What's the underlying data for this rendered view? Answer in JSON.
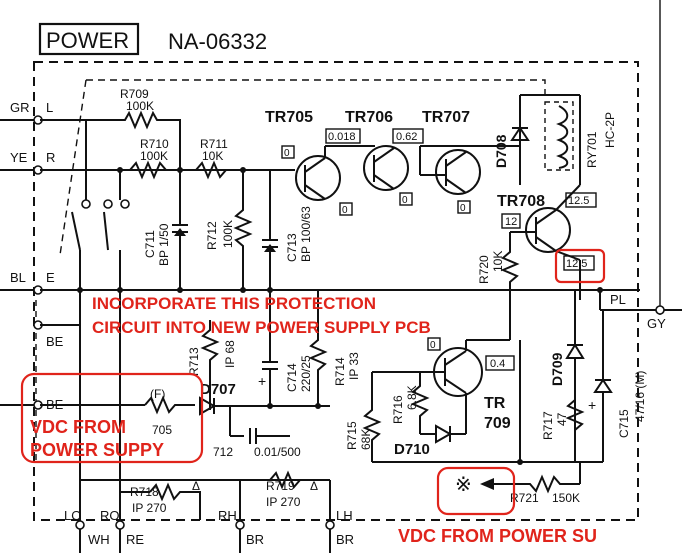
{
  "title": {
    "power_label": "POWER",
    "board_id": "NA-06332"
  },
  "transistors": [
    {
      "ref": "TR705",
      "base_v": "0",
      "collector_v": "0.018",
      "emitter_v": "0"
    },
    {
      "ref": "TR706",
      "collector_v": "0.62",
      "emitter_v": "0"
    },
    {
      "ref": "TR707",
      "emitter_v": "0"
    },
    {
      "ref": "TR708",
      "base_v": "12",
      "collector_v": "12.5",
      "emitter_v": "12.5"
    },
    {
      "ref": "TR709",
      "ref_line1": "TR",
      "ref_line2": "709",
      "base_v": "0",
      "collector_v": "0.4"
    }
  ],
  "resistors": {
    "r709": {
      "ref": "R709",
      "value": "100K"
    },
    "r710": {
      "ref": "R710",
      "value": "100K"
    },
    "r711": {
      "ref": "R711",
      "value": "10K"
    },
    "r712": {
      "ref": "R712",
      "value": "100K"
    },
    "r713": {
      "ref": "R713",
      "value": "IP 68"
    },
    "r714": {
      "ref": "R714",
      "value": "IP 33"
    },
    "r715": {
      "ref": "R715",
      "value": "68K"
    },
    "r716": {
      "ref": "R716",
      "value": "6.8K"
    },
    "r717": {
      "ref": "R717",
      "value": "47"
    },
    "r718": {
      "ref": "R718",
      "value": "IP 270"
    },
    "r719": {
      "ref": "R719",
      "value": "IP 270"
    },
    "r720": {
      "ref": "R720",
      "value": "10K"
    },
    "r721": {
      "ref": "R721",
      "value": "150K"
    },
    "r705": {
      "ref": "705",
      "fuse": "(F)"
    }
  },
  "capacitors": {
    "c711": {
      "ref": "C711",
      "value": "BP 1/50"
    },
    "c712": {
      "ref": "712",
      "value": "0.01/500"
    },
    "c713": {
      "ref": "C713",
      "value": "BP 100/63"
    },
    "c714": {
      "ref": "C714",
      "value": "220/25"
    },
    "c715": {
      "ref": "C715",
      "value": "47/16 (M)"
    }
  },
  "diodes": {
    "d707": "D707",
    "d708": "D708",
    "d709": "D709",
    "d710": "D710"
  },
  "relay": {
    "ref": "RY701",
    "type": "HC-2P"
  },
  "terminals": {
    "gr": "GR",
    "l": "L",
    "ye": "YE",
    "r": "R",
    "bl": "BL",
    "e": "E",
    "be_top": "BE",
    "be_bottom": "BE",
    "pl": "PL",
    "gy": "GY",
    "lo": "LO",
    "ro": "RO",
    "wh": "WH",
    "re": "RE",
    "rh": "RH",
    "br1": "BR",
    "lh": "LH",
    "br2": "BR"
  },
  "symbols": {
    "asterisk": "※",
    "delta": "Δ"
  },
  "annotations": {
    "incorporate_line1": "INCORPORATE THIS PROTECTION",
    "incorporate_line2": "CIRCUIT INTO NEW POWER SUPPLY PCB",
    "vdc_left_line1": "VDC FROM",
    "vdc_left_line2": "POWER SUPPY",
    "vdc_bottom": "VDC FROM POWER SU"
  },
  "colors": {
    "annotation": "#e0241b",
    "ink": "#111111",
    "background": "#ffffff"
  }
}
